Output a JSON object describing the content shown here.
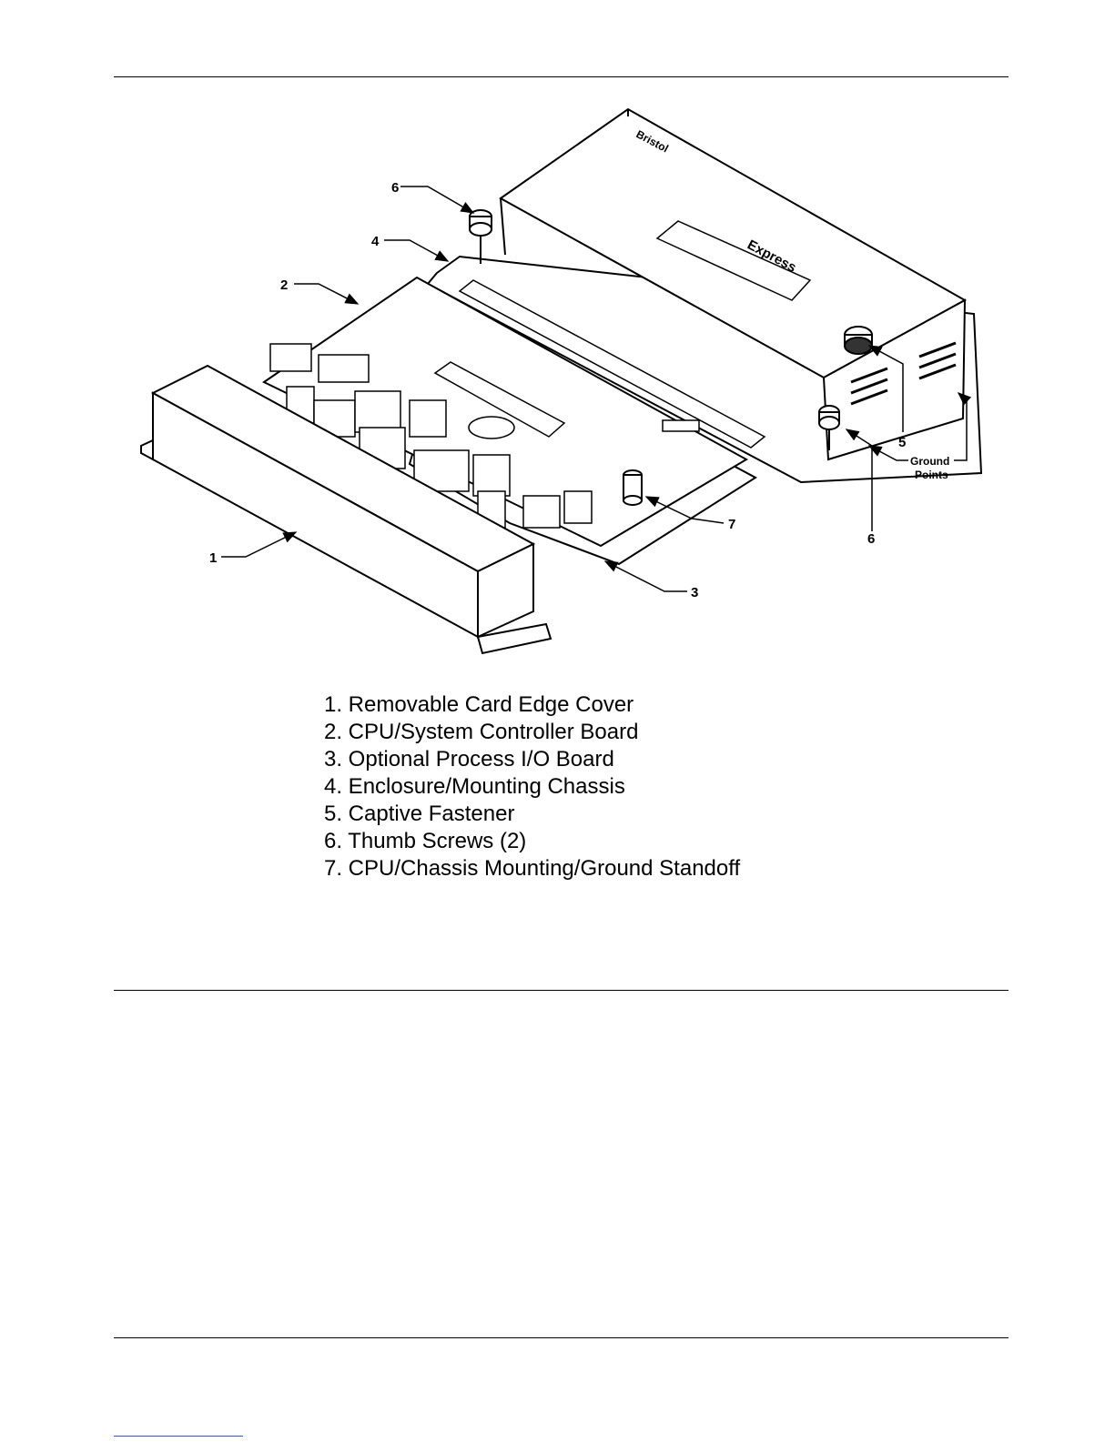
{
  "figure": {
    "brand_label": "Bristol",
    "product_label": "Express",
    "callouts": [
      "1",
      "2",
      "3",
      "4",
      "5",
      "6",
      "6",
      "7"
    ],
    "ground_label_line1": "Ground",
    "ground_label_line2": "Points"
  },
  "legend": {
    "items": [
      "1. Removable Card Edge Cover",
      "2. CPU/System Controller Board",
      "3. Optional Process I/O Board",
      "4. Enclosure/Mounting Chassis",
      "5. Captive Fastener",
      "6. Thumb Screws (2)",
      "7. CPU/Chassis Mounting/Ground Standoff"
    ]
  }
}
